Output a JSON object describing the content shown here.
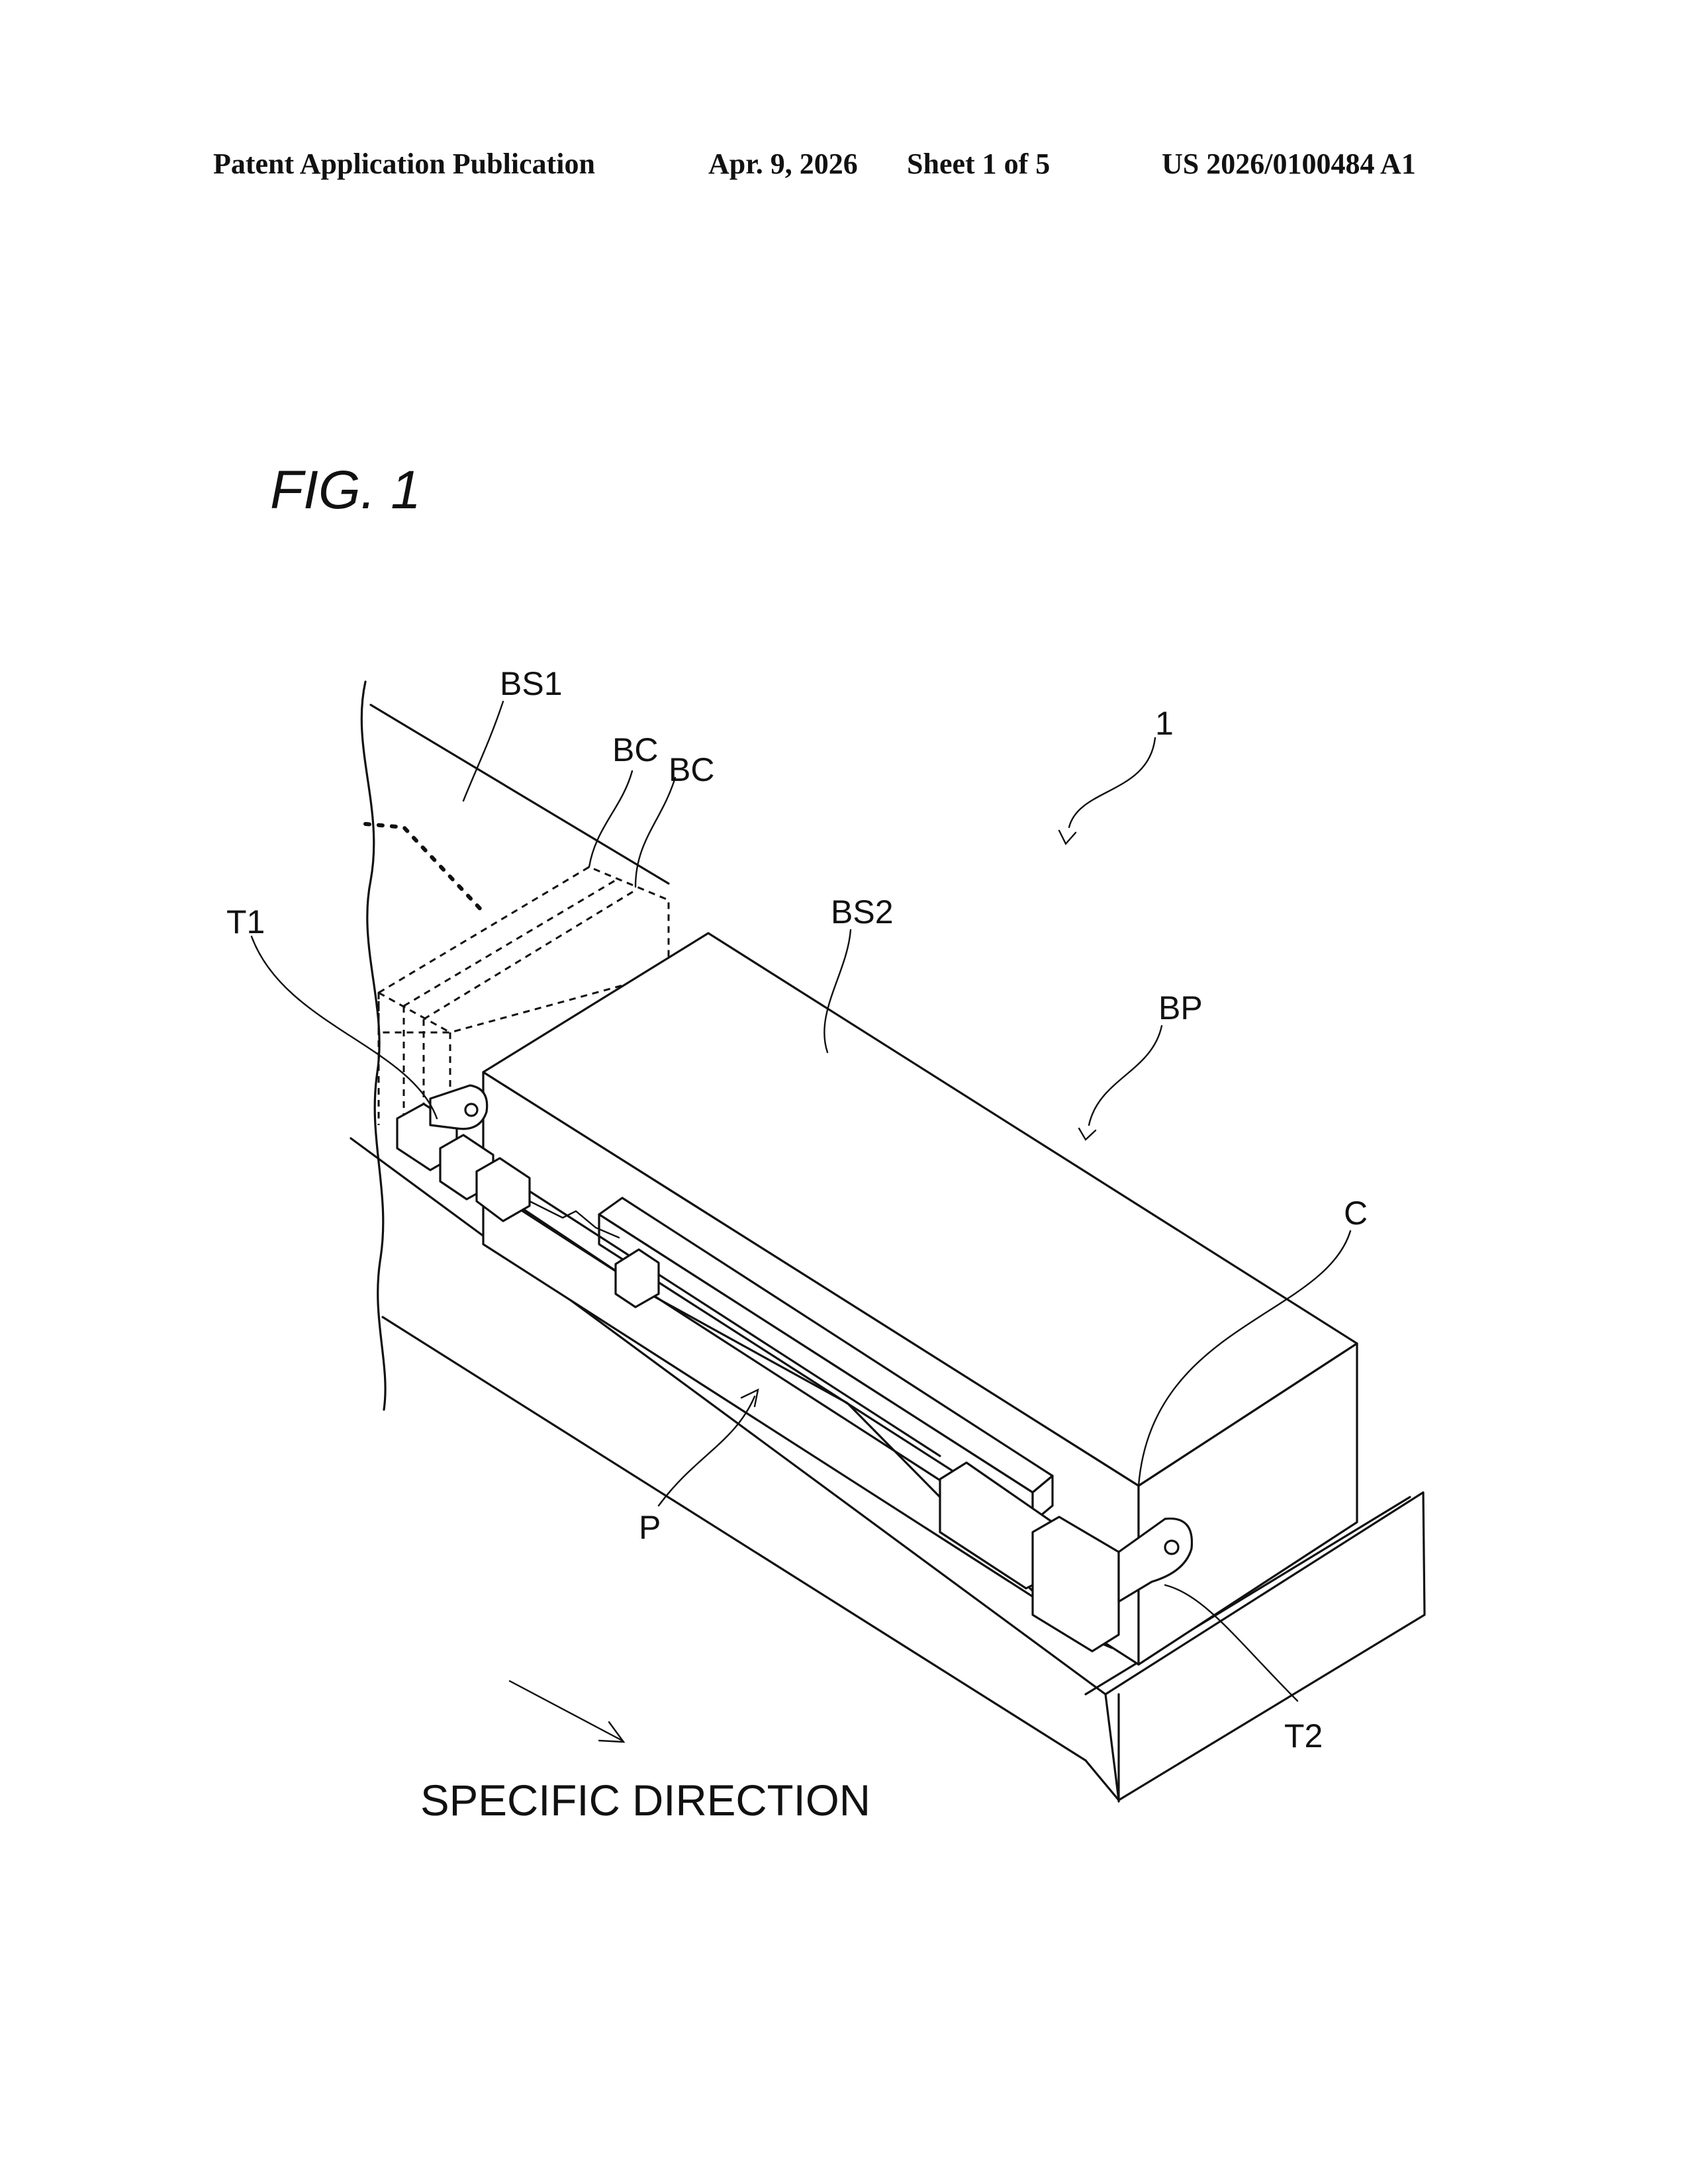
{
  "header": {
    "publication": "Patent Application Publication",
    "date": "Apr. 9, 2026",
    "sheet": "Sheet 1 of 5",
    "number": "US 2026/0100484 A1"
  },
  "figure": {
    "title": "FIG. 1",
    "labels": {
      "bs1": "BS1",
      "bc_a": "BC",
      "bc_b": "BC",
      "device": "1",
      "t1": "T1",
      "bs2": "BS2",
      "bp": "BP",
      "c": "C",
      "p": "P",
      "t2": "T2"
    },
    "direction_caption": "SPECIFIC DIRECTION"
  }
}
